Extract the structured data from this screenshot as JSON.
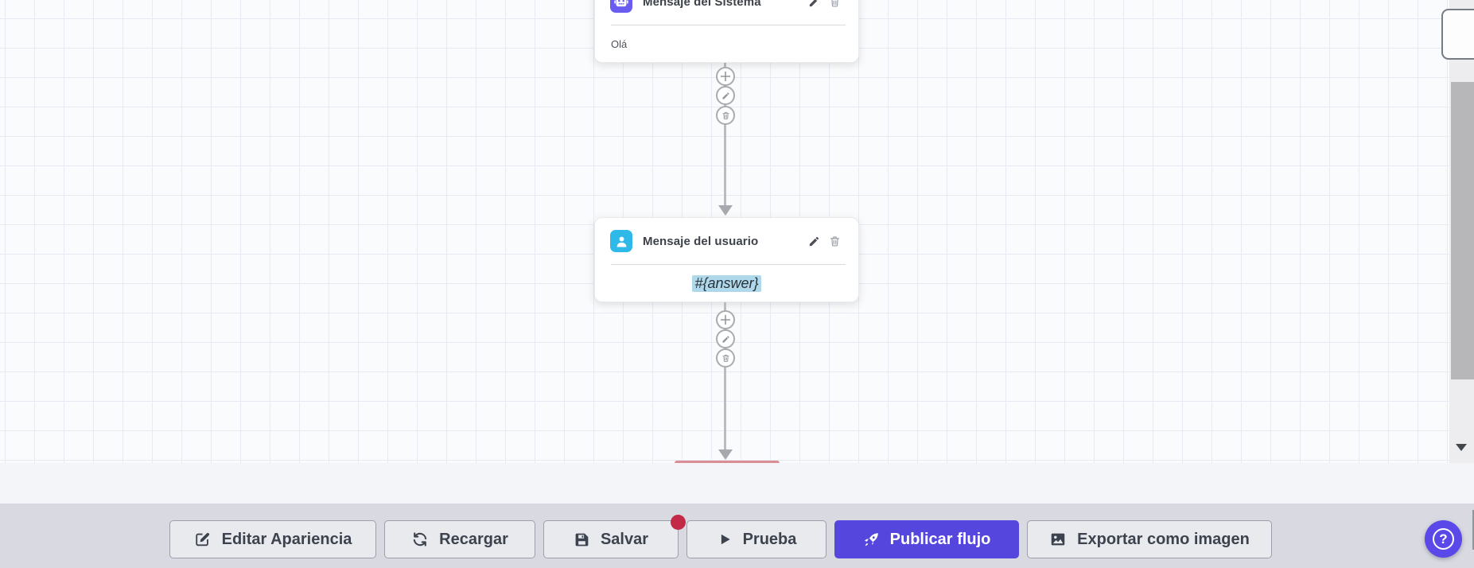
{
  "canvas": {
    "nodes": [
      {
        "title": "Mensaje del Sistema",
        "content": "Olá",
        "icon": "robot-icon",
        "icon_color": "#6a5cf1",
        "actions": [
          "edit",
          "delete"
        ]
      },
      {
        "title": "Mensaje del usuario",
        "content": "#{answer}",
        "icon": "user-icon",
        "icon_color": "#2fb9e9",
        "content_highlight_color": "#b0d8eb",
        "actions": [
          "edit",
          "delete"
        ]
      }
    ],
    "connector_buttons": [
      "add",
      "edit",
      "delete"
    ]
  },
  "toolbar": {
    "buttons": [
      {
        "label": "Editar Apariencia",
        "icon": "edit-square-icon"
      },
      {
        "label": "Recargar",
        "icon": "refresh-icon"
      },
      {
        "label": "Salvar",
        "icon": "save-icon",
        "has_badge": true
      },
      {
        "label": "Prueba",
        "icon": "play-icon"
      },
      {
        "label": "Publicar flujo",
        "icon": "rocket-icon",
        "primary": true
      },
      {
        "label": "Exportar como imagen",
        "icon": "image-icon"
      }
    ]
  },
  "help": {
    "label": "?"
  },
  "colors": {
    "primary_button": "#5546dd",
    "help_button": "#5a49e8",
    "notification_badge": "#c32a48",
    "system_node_icon": "#6a5cf1",
    "user_node_icon": "#2fb9e9",
    "variable_highlight": "#b0d8eb",
    "toolbar_background": "#d9dae1",
    "canvas_background": "#fafbfc",
    "grid_line": "#e8eaf3"
  }
}
